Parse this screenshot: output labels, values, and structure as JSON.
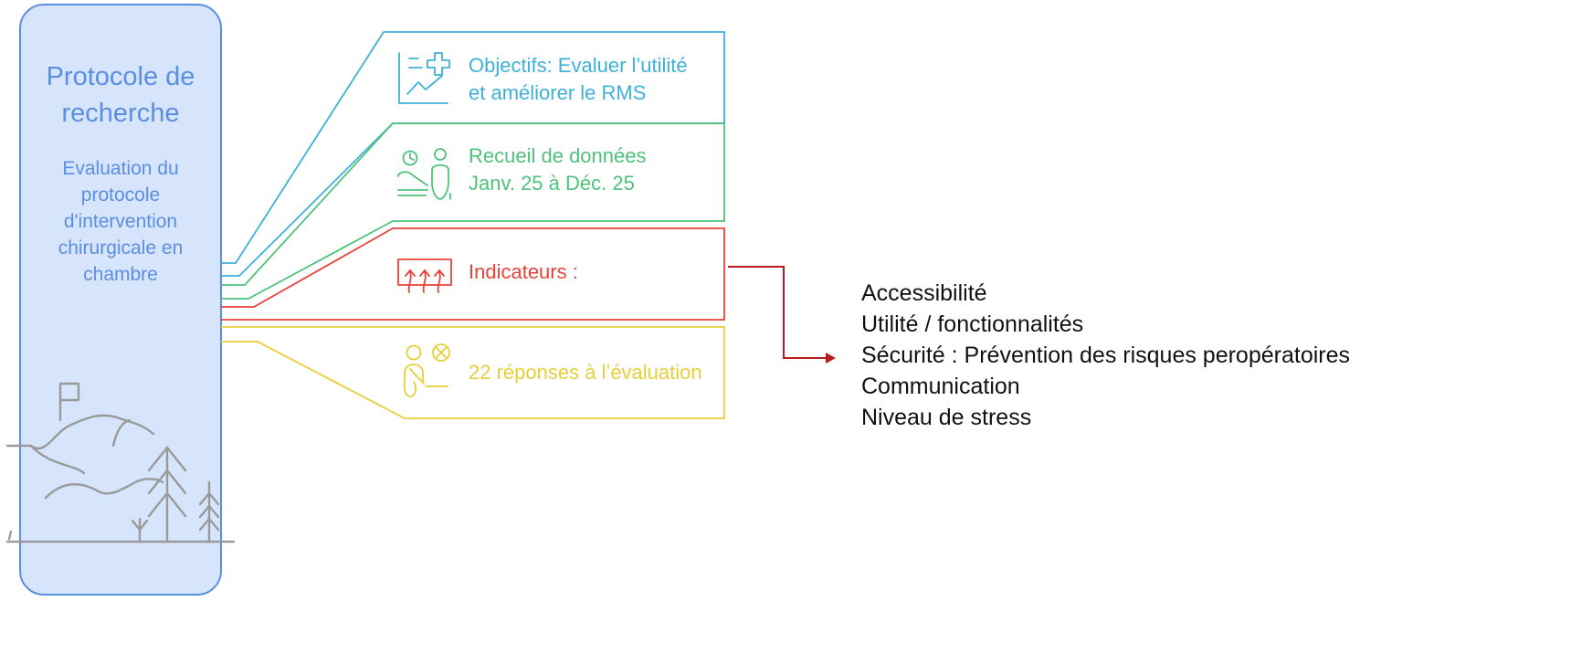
{
  "protocol": {
    "title_line1": "Protocole de",
    "title_line2": "recherche",
    "desc_lines": [
      "Evaluation du",
      "protocole",
      "d'intervention",
      "chirurgicale en",
      "chambre"
    ]
  },
  "boxes": {
    "objectifs": {
      "line1": "Objectifs: Evaluer l’utilité",
      "line2": "et améliorer le RMS",
      "color": "#3eb1d8",
      "icon": "chart-plus-icon"
    },
    "recueil": {
      "line1": "Recueil de données",
      "line2": "Janv. 25 à Déc. 25",
      "color": "#4fc27c",
      "icon": "patient-clock-icon"
    },
    "indicateurs": {
      "line1": "Indicateurs :",
      "color": "#e8433a",
      "icon": "arrows-up-icon"
    },
    "reponses": {
      "line1": "22 réponses à l’évaluation",
      "color": "#e8cf38",
      "icon": "person-cross-icon"
    }
  },
  "indicators": [
    "Accessibilité",
    "Utilité / fonctionnalités",
    "Sécurité : Prévention des risques peropératoires",
    "Communication",
    "Niveau de stress"
  ],
  "colors": {
    "panel_fill": "#d6e4fc",
    "panel_border": "#5b8fe0",
    "landscape": "#9a9a9a",
    "arrow": "#b81c1c",
    "text_dark": "#111111"
  }
}
